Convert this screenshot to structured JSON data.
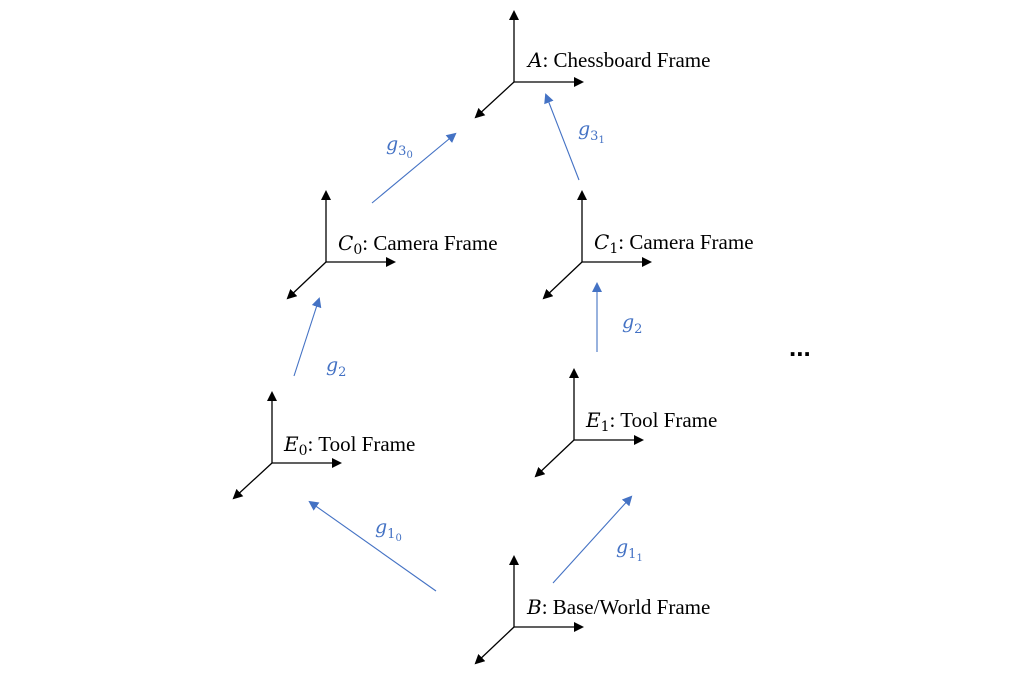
{
  "colors": {
    "axis": "#000000",
    "transform": "#4472c4"
  },
  "frames": {
    "A": {
      "symbol": "A",
      "subscript": "",
      "text": ": Chessboard Frame"
    },
    "C0": {
      "symbol": "C",
      "subscript": "0",
      "text": ": Camera Frame"
    },
    "C1": {
      "symbol": "C",
      "subscript": "1",
      "text": ": Camera Frame"
    },
    "E0": {
      "symbol": "E",
      "subscript": "0",
      "text": ": Tool Frame"
    },
    "E1": {
      "symbol": "E",
      "subscript": "1",
      "text": ": Tool Frame"
    },
    "B": {
      "symbol": "B",
      "subscript": "",
      "text": ": Base/World Frame"
    }
  },
  "transforms": {
    "g30": {
      "symbol": "g",
      "subscript": "3",
      "subsubscript": "0"
    },
    "g31": {
      "symbol": "g",
      "subscript": "3",
      "subsubscript": "1"
    },
    "g2_left": {
      "symbol": "g",
      "subscript": "2",
      "subsubscript": ""
    },
    "g2_right": {
      "symbol": "g",
      "subscript": "2",
      "subsubscript": ""
    },
    "g10": {
      "symbol": "g",
      "subscript": "1",
      "subsubscript": "0"
    },
    "g11": {
      "symbol": "g",
      "subscript": "1",
      "subsubscript": "1"
    }
  },
  "ellipsis": "..."
}
